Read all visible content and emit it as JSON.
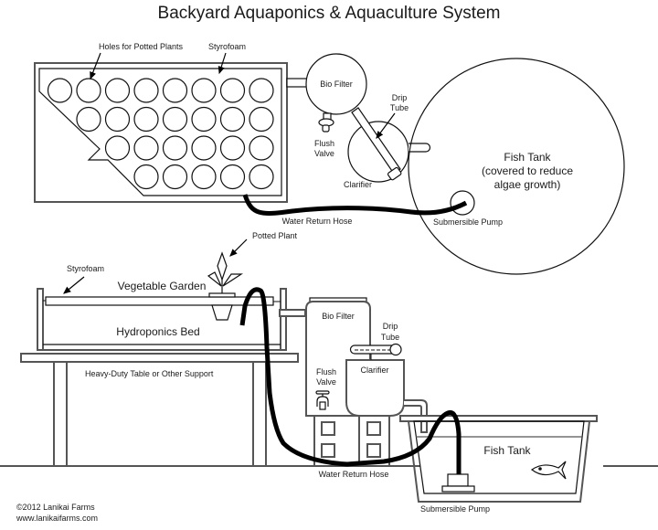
{
  "title": "Backyard Aquaponics & Aquaculture System",
  "top_view": {
    "labels": {
      "holes": "Holes for Potted Plants",
      "styrofoam": "Styrofoam",
      "bio_filter": "Bio Filter",
      "drip_tube_1": "Drip",
      "drip_tube_2": "Tube",
      "flush_valve_1": "Flush",
      "flush_valve_2": "Valve",
      "clarifier": "Clarifier",
      "fish_tank_1": "Fish Tank",
      "fish_tank_2": "(covered to reduce",
      "fish_tank_3": "algae growth)",
      "submersible_pump": "Submersible Pump",
      "water_return_hose": "Water Return Hose"
    },
    "hole_rows": [
      8,
      7,
      6,
      5
    ]
  },
  "side_view": {
    "labels": {
      "potted_plant": "Potted Plant",
      "styrofoam": "Styrofoam",
      "vegetable_garden": "Vegetable Garden",
      "hydroponics_bed": "Hydroponics Bed",
      "table": "Heavy-Duty Table or Other Support",
      "bio_filter": "Bio Filter",
      "drip_tube_1": "Drip",
      "drip_tube_2": "Tube",
      "flush_valve_1": "Flush",
      "flush_valve_2": "Valve",
      "clarifier": "Clarifier",
      "water_return_hose": "Water Return Hose",
      "fish_tank": "Fish Tank",
      "submersible_pump": "Submersible Pump"
    }
  },
  "footer": {
    "copyright": "©2012 Lanikai Farms",
    "website": "www.lanikaifarms.com"
  }
}
